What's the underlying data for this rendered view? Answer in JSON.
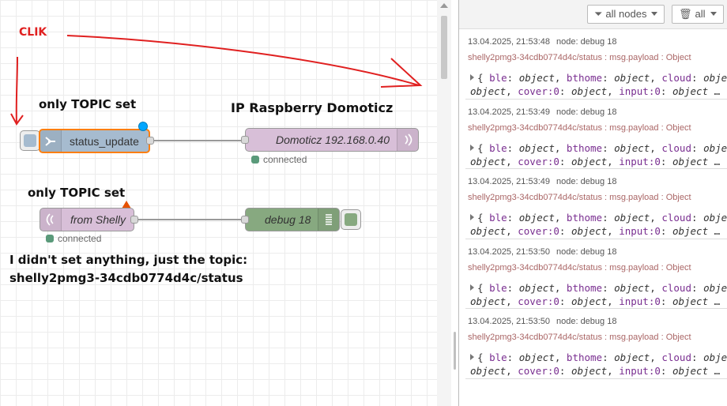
{
  "annotations": {
    "clik": "CLIK",
    "topic1": "only TOPIC set",
    "ip": "IP Raspberry Domoticz",
    "topic2": "only TOPIC set",
    "note_line1": "I didn't set anything, just the topic:",
    "note_line2": "shelly2pmg3-34cdb0774d4c/status"
  },
  "nodes": {
    "inject": {
      "label": "status_update",
      "color": "#a6bbcf"
    },
    "mqtt_out": {
      "label": "Domoticz 192.168.0.40",
      "status": "connected",
      "color": "#d8bfd8"
    },
    "mqtt_in": {
      "label": "from Shelly",
      "status": "connected",
      "color": "#d8bfd8"
    },
    "debug": {
      "label": "debug 18",
      "color": "#87a980"
    }
  },
  "sidebar": {
    "filter_label": "all nodes",
    "clear_label": "all",
    "messages": [
      {
        "time": "13.04.2025, 21:53:48",
        "node": "node: debug 18",
        "topic": "shelly2pmg3-34cdb0774d4c/status : msg.payload : Object",
        "line1_keys": [
          "ble",
          "bthome",
          "cloud"
        ],
        "line2_keys": [
          "cover:0",
          "input:0"
        ]
      },
      {
        "time": "13.04.2025, 21:53:49",
        "node": "node: debug 18",
        "topic": "shelly2pmg3-34cdb0774d4c/status : msg.payload : Object",
        "line1_keys": [
          "ble",
          "bthome",
          "cloud"
        ],
        "line2_keys": [
          "cover:0",
          "input:0"
        ]
      },
      {
        "time": "13.04.2025, 21:53:49",
        "node": "node: debug 18",
        "topic": "shelly2pmg3-34cdb0774d4c/status : msg.payload : Object",
        "line1_keys": [
          "ble",
          "bthome",
          "cloud"
        ],
        "line2_keys": [
          "cover:0",
          "input:0"
        ]
      },
      {
        "time": "13.04.2025, 21:53:50",
        "node": "node: debug 18",
        "topic": "shelly2pmg3-34cdb0774d4c/status : msg.payload : Object",
        "line1_keys": [
          "ble",
          "bthome",
          "cloud"
        ],
        "line2_keys": [
          "cover:0",
          "input:0"
        ]
      },
      {
        "time": "13.04.2025, 21:53:50",
        "node": "node: debug 18",
        "topic": "shelly2pmg3-34cdb0774d4c/status : msg.payload : Object",
        "line1_keys": [
          "ble",
          "bthome",
          "cloud"
        ],
        "line2_keys": [
          "cover:0",
          "input:0"
        ]
      }
    ],
    "value_type": "object",
    "open_brace": "{",
    "close_brace": "}",
    "ellipsis": "…"
  },
  "colors": {
    "annotation_red": "#e02020",
    "selected_orange": "#ff7f0e",
    "changed_blue": "#00a6ff",
    "status_green": "#5a9a7a"
  }
}
